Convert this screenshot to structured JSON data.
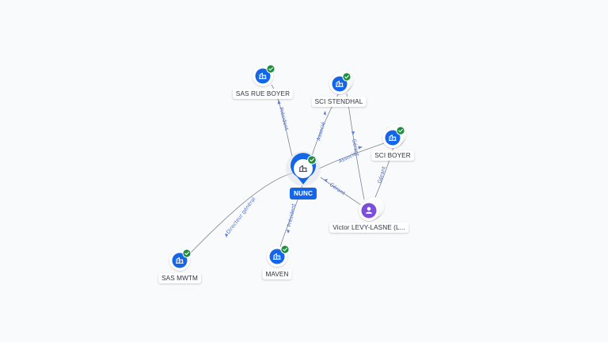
{
  "graph": {
    "center": {
      "label": "NUNC",
      "icon": "building-icon",
      "status": "verified",
      "color": "#1565e8"
    },
    "nodes": [
      {
        "id": "sas-rue-boyer",
        "label": "SAS RUE BOYER",
        "type": "company",
        "icon": "building-icon",
        "verified": true
      },
      {
        "id": "sci-stendhal",
        "label": "SCI STENDHAL",
        "type": "company",
        "icon": "building-icon",
        "verified": true
      },
      {
        "id": "sci-boyer",
        "label": "SCI BOYER",
        "type": "company",
        "icon": "building-icon",
        "verified": true
      },
      {
        "id": "sas-mwtm",
        "label": "SAS MWTM",
        "type": "company",
        "icon": "building-icon",
        "verified": true
      },
      {
        "id": "maven",
        "label": "MAVEN",
        "type": "company",
        "icon": "building-icon",
        "verified": true
      },
      {
        "id": "victor",
        "label": "Victor LEVY-LASNE (L...",
        "type": "person",
        "icon": "person-icon",
        "verified": false
      }
    ],
    "edges": [
      {
        "from": "center",
        "to": "sas-rue-boyer",
        "label": "Président"
      },
      {
        "from": "center",
        "to": "sci-stendhal",
        "label": "Associé"
      },
      {
        "from": "center",
        "to": "sci-boyer",
        "label": "Associé"
      },
      {
        "from": "center",
        "to": "sas-mwtm",
        "label": "Directeur général"
      },
      {
        "from": "center",
        "to": "maven",
        "label": "Président"
      },
      {
        "from": "victor",
        "to": "center",
        "label": "Gérant"
      },
      {
        "from": "victor",
        "to": "sci-stendhal",
        "label": "Gérant"
      },
      {
        "from": "victor",
        "to": "sci-boyer",
        "label": "Gérant"
      }
    ],
    "colors": {
      "company": "#1565e8",
      "person": "#7b4fd9",
      "verified_badge": "#1e8e3e",
      "edge": "#7d8494",
      "edge_label": "#4a6fd6"
    }
  }
}
